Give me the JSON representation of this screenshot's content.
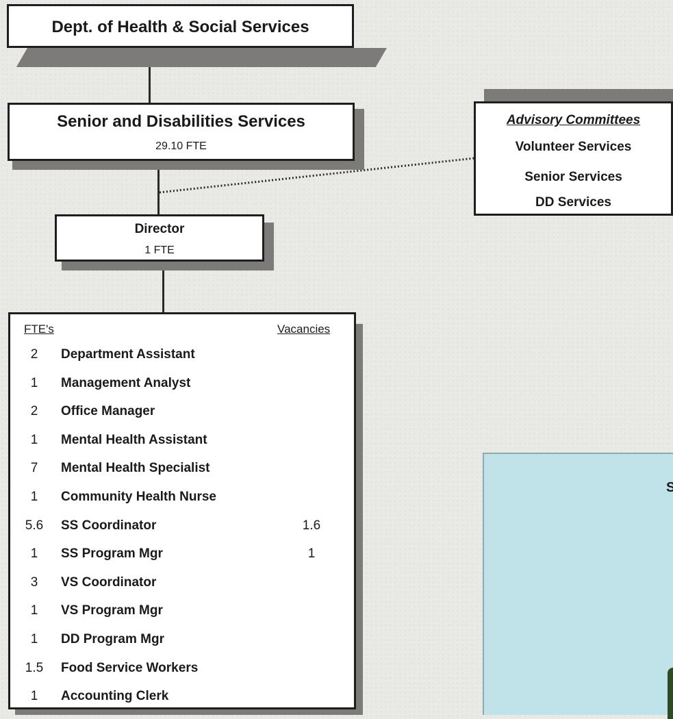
{
  "top_box": {
    "title": "Dept. of Health & Social Services"
  },
  "division_box": {
    "title": "Senior and Disabilities Services",
    "fte": "29.10 FTE"
  },
  "director_box": {
    "title": "Director",
    "fte": "1 FTE"
  },
  "advisory_box": {
    "heading": "Advisory Committees",
    "items": [
      "Volunteer Services",
      "Senior Services",
      "DD Services"
    ]
  },
  "staff_list": {
    "fte_header": "FTE's",
    "vacancies_header": "Vacancies",
    "rows": [
      {
        "fte": "2",
        "position": "Department Assistant",
        "vacancies": ""
      },
      {
        "fte": "1",
        "position": "Management Analyst",
        "vacancies": ""
      },
      {
        "fte": "2",
        "position": "Office Manager",
        "vacancies": ""
      },
      {
        "fte": "1",
        "position": "Mental Health Assistant",
        "vacancies": ""
      },
      {
        "fte": "7",
        "position": "Mental Health Specialist",
        "vacancies": ""
      },
      {
        "fte": "1",
        "position": "Community Health Nurse",
        "vacancies": ""
      },
      {
        "fte": "5.6",
        "position": "SS Coordinator",
        "vacancies": "1.6"
      },
      {
        "fte": "1",
        "position": "SS Program Mgr",
        "vacancies": "1"
      },
      {
        "fte": "3",
        "position": "VS Coordinator",
        "vacancies": ""
      },
      {
        "fte": "1",
        "position": "VS Program Mgr",
        "vacancies": ""
      },
      {
        "fte": "1",
        "position": "DD Program Mgr",
        "vacancies": ""
      },
      {
        "fte": "1.5",
        "position": "Food Service Workers",
        "vacancies": ""
      },
      {
        "fte": "1",
        "position": "Accounting Clerk",
        "vacancies": ""
      }
    ]
  },
  "cropped_panel": {
    "text_fragment": "S"
  },
  "colors": {
    "box_border": "#1e1e1e",
    "shadow": "#7d7a7a",
    "panel_bg": "#bfe3e8",
    "panel_green": "#2d4a22"
  }
}
